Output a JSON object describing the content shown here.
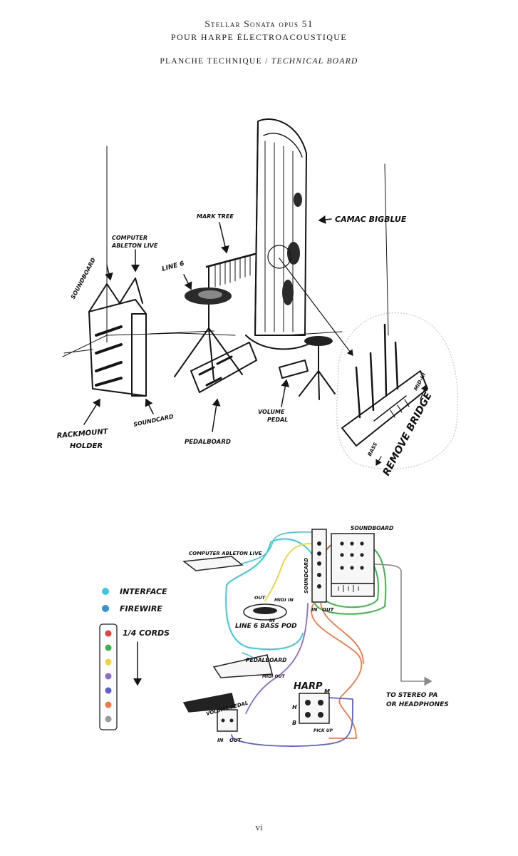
{
  "header": {
    "title": "Stellar Sonata opus 51",
    "subtitle": "pour harpe électroacoustique",
    "board_label_fr": "PLANCHE TECHNIQUE / ",
    "board_label_en": "TECHNICAL BOARD"
  },
  "setup_drawing": {
    "labels": {
      "harp": "CAMAC BIGBLUE",
      "mark_tree": "MARK TREE",
      "line6": "LINE 6",
      "computer": "COMPUTER",
      "ableton": "ABLETON LIVE",
      "soundboard": "SOUNDBOARD",
      "soundcard": "SOUNDCARD",
      "rackmount_1": "RACKMOUNT",
      "rackmount_2": "HOLDER",
      "pedalboard": "PEDALBOARD",
      "volume_pedal_1": "VOLUME",
      "volume_pedal_2": "PEDAL",
      "remove_bridge": "REMOVE BRIDGE",
      "bass": "BASS",
      "mid_hi": "MID-HI"
    }
  },
  "wiring_diagram": {
    "legend": {
      "interface": "INTERFACE",
      "firewire": "FIREWIRE",
      "quarter_cords": "1/4 CORDS",
      "interface_color": "#3cc9dc",
      "firewire_color": "#3a8fcf",
      "cord_colors": [
        "#d9473f",
        "#3db54a",
        "#f2d23a",
        "#8d6cc9",
        "#5b63c9",
        "#f07a45",
        "#9c9c9c"
      ]
    },
    "labels": {
      "soundboard": "SOUNDBOARD",
      "soundcard": "SOUNDCARD",
      "in": "IN",
      "out": "OUT",
      "computer": "COMPUTER ABLETON LIVE",
      "line6_out": "OUT",
      "line6_midi_in": "MIDI IN",
      "line6_in": "IN",
      "line6": "LINE 6 BASS POD",
      "pedalboard": "PEDALBOARD",
      "midi_out": "MIDI OUT",
      "harp": "HARP",
      "harp_h": "H",
      "harp_m": "M",
      "harp_b": "B",
      "pick_up": "PICK UP",
      "volume_pedal": "VOLUME PEDAL",
      "vp_in": "IN",
      "vp_out": "OUT",
      "stereo_1": "TO STEREO PA",
      "stereo_2": "OR HEADPHONES"
    }
  },
  "footer": {
    "page_number": "vi"
  }
}
